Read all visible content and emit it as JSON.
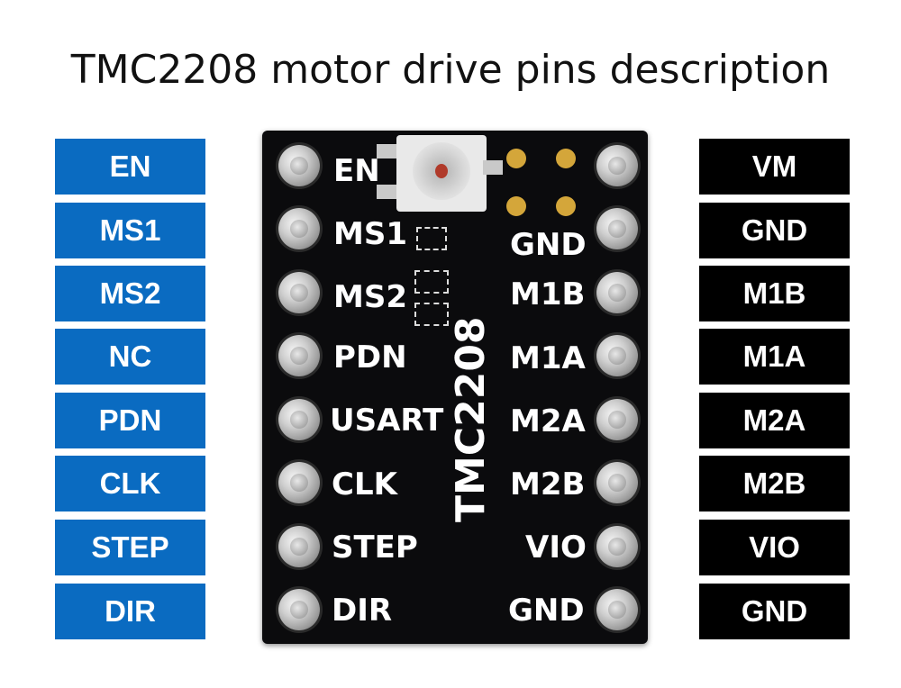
{
  "title": "TMC2208 motor drive pins description",
  "left_pins": [
    "EN",
    "MS1",
    "MS2",
    "NC",
    "PDN",
    "CLK",
    "STEP",
    "DIR"
  ],
  "right_pins": [
    "VM",
    "GND",
    "M1B",
    "M1A",
    "M2A",
    "M2B",
    "VIO",
    "GND"
  ],
  "board": {
    "chip_name": "TMC2208",
    "left_silk": [
      "EN",
      "MS1",
      "MS2",
      "PDN",
      "USART",
      "CLK",
      "STEP",
      "DIR"
    ],
    "right_silk": [
      "GND",
      "M1B",
      "M1A",
      "M2A",
      "M2B",
      "VIO",
      "GND"
    ]
  },
  "colors": {
    "left_label_bg": "#0a6bc1",
    "right_label_bg": "#000000",
    "board": "#0b0b0d",
    "pad": "#d4a63a"
  }
}
